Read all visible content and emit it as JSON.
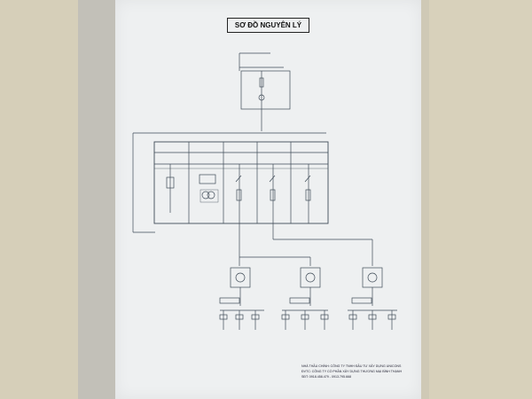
{
  "diagram": {
    "title": "SƠ ĐỒ NGUYÊN LÝ",
    "footer": {
      "line1": "NHÀ THẦU CHÍNH: CÔNG TY TNHH ĐẦU TƯ XÂY DỰNG UNICONS",
      "line2": "ĐVTC: CÔNG TY CỔ PHẦN XÂY DỰNG THƯƠNG MẠI BÌNH THẠNH",
      "line3": "SĐT: 0918.458.479 - 0913.795.668"
    }
  },
  "colors": {
    "board": "#eef0f1",
    "line": "#3f4b57",
    "frame": "#2a2f33"
  }
}
